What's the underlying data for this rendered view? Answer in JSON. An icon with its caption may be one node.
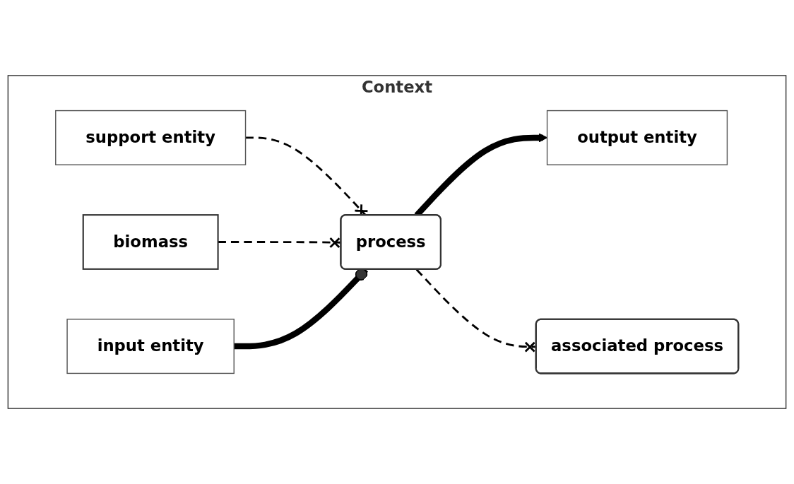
{
  "diagram": {
    "nodes": [
      {
        "text": [
          "Context"
        ]
      },
      {
        "text": [
          "biomass"
        ],
        "in": 0
      },
      {
        "text": [
          "support entity"
        ],
        "in": 0
      },
      {
        "text": [
          "input entity"
        ],
        "in": 0
      },
      {
        "text": [
          "process"
        ],
        "in": 0
      },
      {
        "text": [
          "output entity"
        ],
        "in": 0
      },
      {
        "text": [
          "associated process"
        ],
        "in": 0
      }
    ],
    "edges": [
      {
        "from": 2,
        "to": 4,
        "arrow": "other",
        "style": "dashed"
      },
      {
        "from": 1,
        "to": 4,
        "arrow": "other",
        "style": "dashed"
      },
      {
        "from": 3,
        "to": 4,
        "arrow": "other",
        "style": "thick"
      },
      {
        "from": 4,
        "to": 5,
        "arrow": "to",
        "style": "thick"
      },
      {
        "from": 4,
        "to": 6,
        "arrow": "other",
        "style": "dashed"
      }
    ]
  }
}
